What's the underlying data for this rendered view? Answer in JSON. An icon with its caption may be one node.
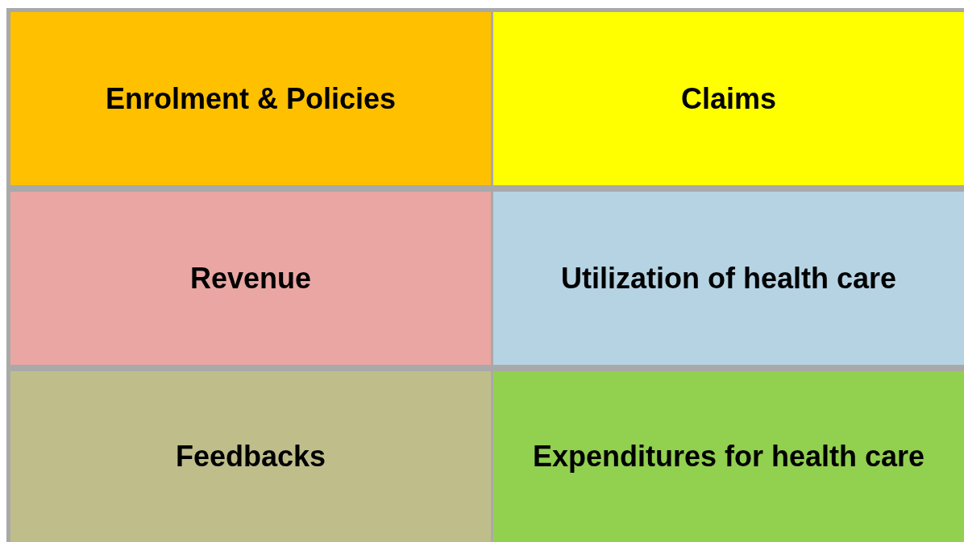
{
  "diagram": {
    "nodes": [
      {
        "text": [
          "Enrolment & Policies"
        ]
      },
      {
        "text": [
          "Claims"
        ]
      },
      {
        "text": [
          "Revenue"
        ]
      },
      {
        "text": [
          "Utilization of health care"
        ]
      },
      {
        "text": [
          "Feedbacks"
        ]
      },
      {
        "text": [
          "Expenditures for health care"
        ]
      }
    ]
  }
}
